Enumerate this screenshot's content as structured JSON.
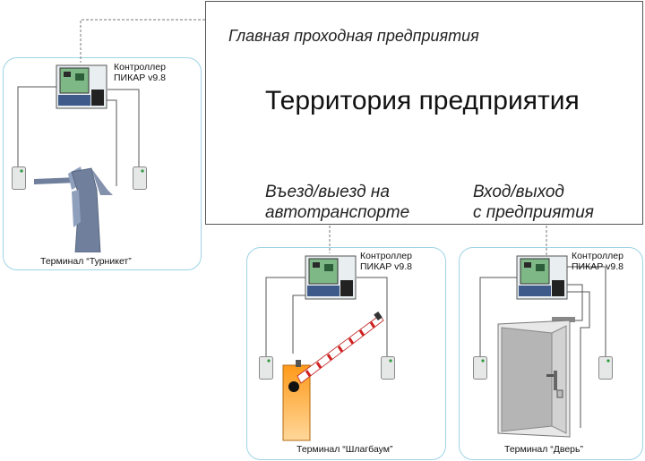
{
  "territory": {
    "main_gate_caption": "Главная проходная предприятия",
    "title": "Территория предприятия"
  },
  "zones": {
    "vehicle_caption_line1": "Въезд/выезд на",
    "vehicle_caption_line2": "автотранспорте",
    "pedestrian_caption_line1": "Вход/выход",
    "pedestrian_caption_line2": "с предприятия"
  },
  "controllers": {
    "label_line1": "Контроллер",
    "label_line2": "ПИКАР v9.8"
  },
  "terminals": {
    "turnstile": "Терминал “Турникет”",
    "barrier": "Терминал “Шлагбаум”",
    "door": "Терминал “Дверь”"
  },
  "colors": {
    "panel_border": "#9ed3e6",
    "controller_board": "#7fb887",
    "turnstile": "#6f7f9c",
    "barrier_gradient_top": "#ff9a1a",
    "barrier_stripe": "#d02020",
    "door": "#bdbdbd"
  },
  "icons": [
    "controller-icon",
    "card-reader-icon",
    "turnstile-icon",
    "barrier-icon",
    "door-icon"
  ]
}
